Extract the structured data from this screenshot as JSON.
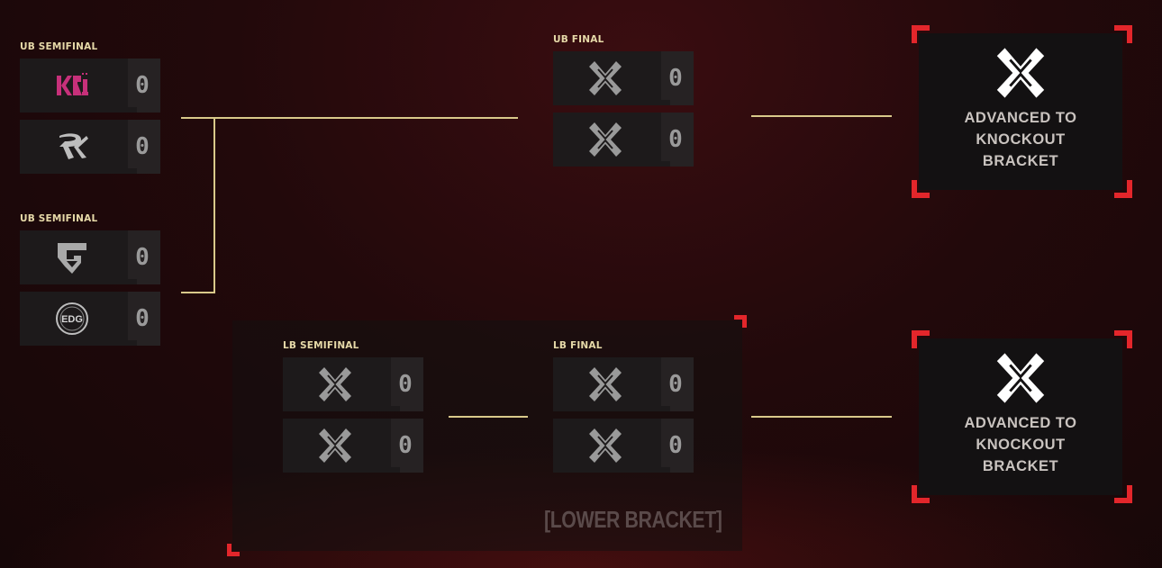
{
  "upper_bracket": {
    "semifinal_1": {
      "label": "UB SEMIFINAL",
      "team_a": {
        "logo": "kru-logo-icon",
        "score": "0"
      },
      "team_b": {
        "logo": "paper-rex-logo-icon",
        "score": "0"
      }
    },
    "semifinal_2": {
      "label": "UB SEMIFINAL",
      "team_a": {
        "logo": "gen-g-logo-icon",
        "score": "0"
      },
      "team_b": {
        "logo": "edg-logo-icon",
        "score": "0"
      }
    },
    "final": {
      "label": "UB FINAL",
      "team_a": {
        "logo": "vct-placeholder-icon",
        "score": "0"
      },
      "team_b": {
        "logo": "vct-placeholder-icon",
        "score": "0"
      }
    },
    "advanced_text": "ADVANCED TO KNOCKOUT BRACKET"
  },
  "lower_bracket": {
    "title": "[LOWER BRACKET]",
    "semifinal": {
      "label": "LB SEMIFINAL",
      "team_a": {
        "logo": "vct-placeholder-icon",
        "score": "0"
      },
      "team_b": {
        "logo": "vct-placeholder-icon",
        "score": "0"
      }
    },
    "final": {
      "label": "LB FINAL",
      "team_a": {
        "logo": "vct-placeholder-icon",
        "score": "0"
      },
      "team_b": {
        "logo": "vct-placeholder-icon",
        "score": "0"
      }
    },
    "advanced_text": "ADVANCED TO KNOCKOUT BRACKET"
  },
  "colors": {
    "accent_red": "#e3262b",
    "connector": "#d9c98a",
    "label": "#e6d9a8"
  }
}
